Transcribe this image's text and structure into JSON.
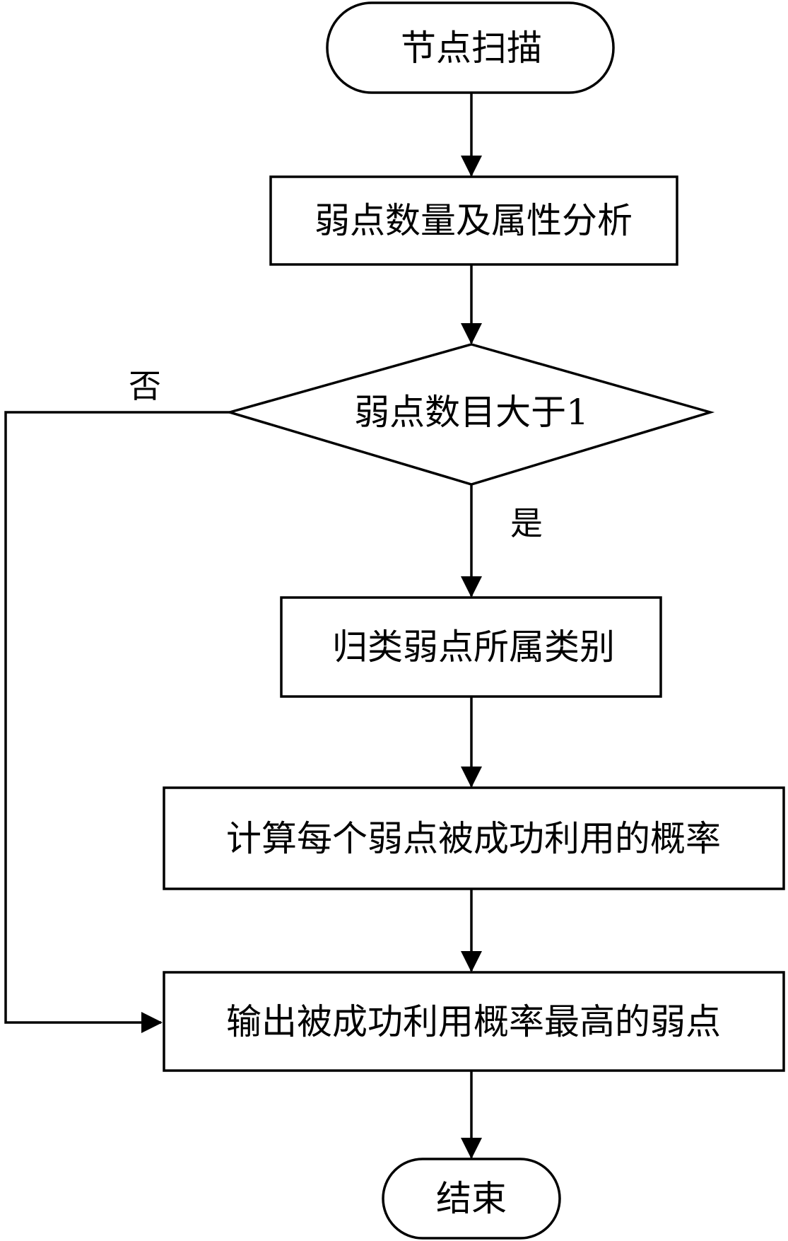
{
  "flowchart": {
    "nodes": {
      "start": "节点扫描",
      "analyze": "弱点数量及属性分析",
      "decision": "弱点数目大于1",
      "classify": "归类弱点所属类别",
      "compute": "计算每个弱点被成功利用的概率",
      "output": "输出被成功利用概率最高的弱点",
      "end": "结束"
    },
    "edges": {
      "yes_label": "是",
      "no_label": "否"
    }
  }
}
